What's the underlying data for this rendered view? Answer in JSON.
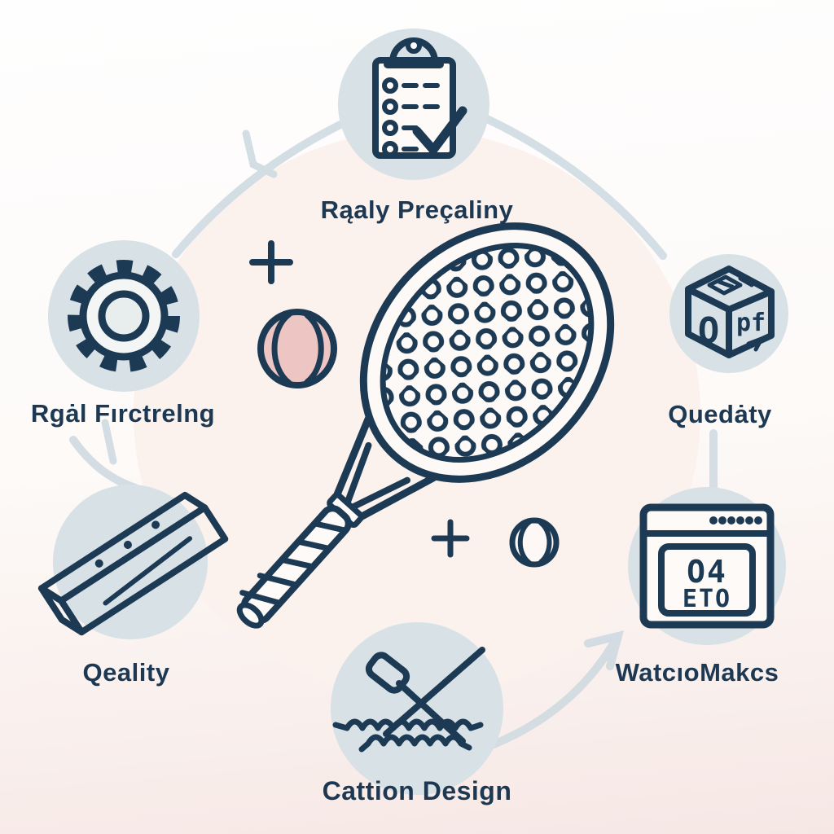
{
  "nodes": {
    "top": {
      "label": "Rąaly Preçaliny",
      "icon": "clipboard-checklist-icon"
    },
    "left": {
      "label": "Rgȧl Fırctrelng",
      "icon": "gear-icon"
    },
    "right": {
      "label": "Quedȧty",
      "icon": "cube-icon",
      "cube_left_face": "O",
      "cube_right_face": "pf"
    },
    "bottom_left": {
      "label": "Qeality",
      "icon": "ingot-bar-icon"
    },
    "bottom_right": {
      "label": "WatcıoMakcs",
      "icon": "browser-window-icon",
      "window_line1": "O4",
      "window_line2": "ETO"
    },
    "bottom_center": {
      "label": "Cattion Design",
      "icon": "oars-water-icon"
    }
  },
  "center": {
    "subject": "padel-tennis-racket-sketch",
    "decorations": [
      "plus-icon",
      "pink-tennis-ball-icon",
      "plus-icon",
      "tennis-ball-outline-icon"
    ]
  },
  "colors": {
    "ink": "#1d3a55",
    "node_fill": "#d8e1e6",
    "blob_fill": "#fbf1ed",
    "ball_pink": "#edc5c3",
    "connector": "#ccd9e0",
    "text": "#1d3852"
  }
}
